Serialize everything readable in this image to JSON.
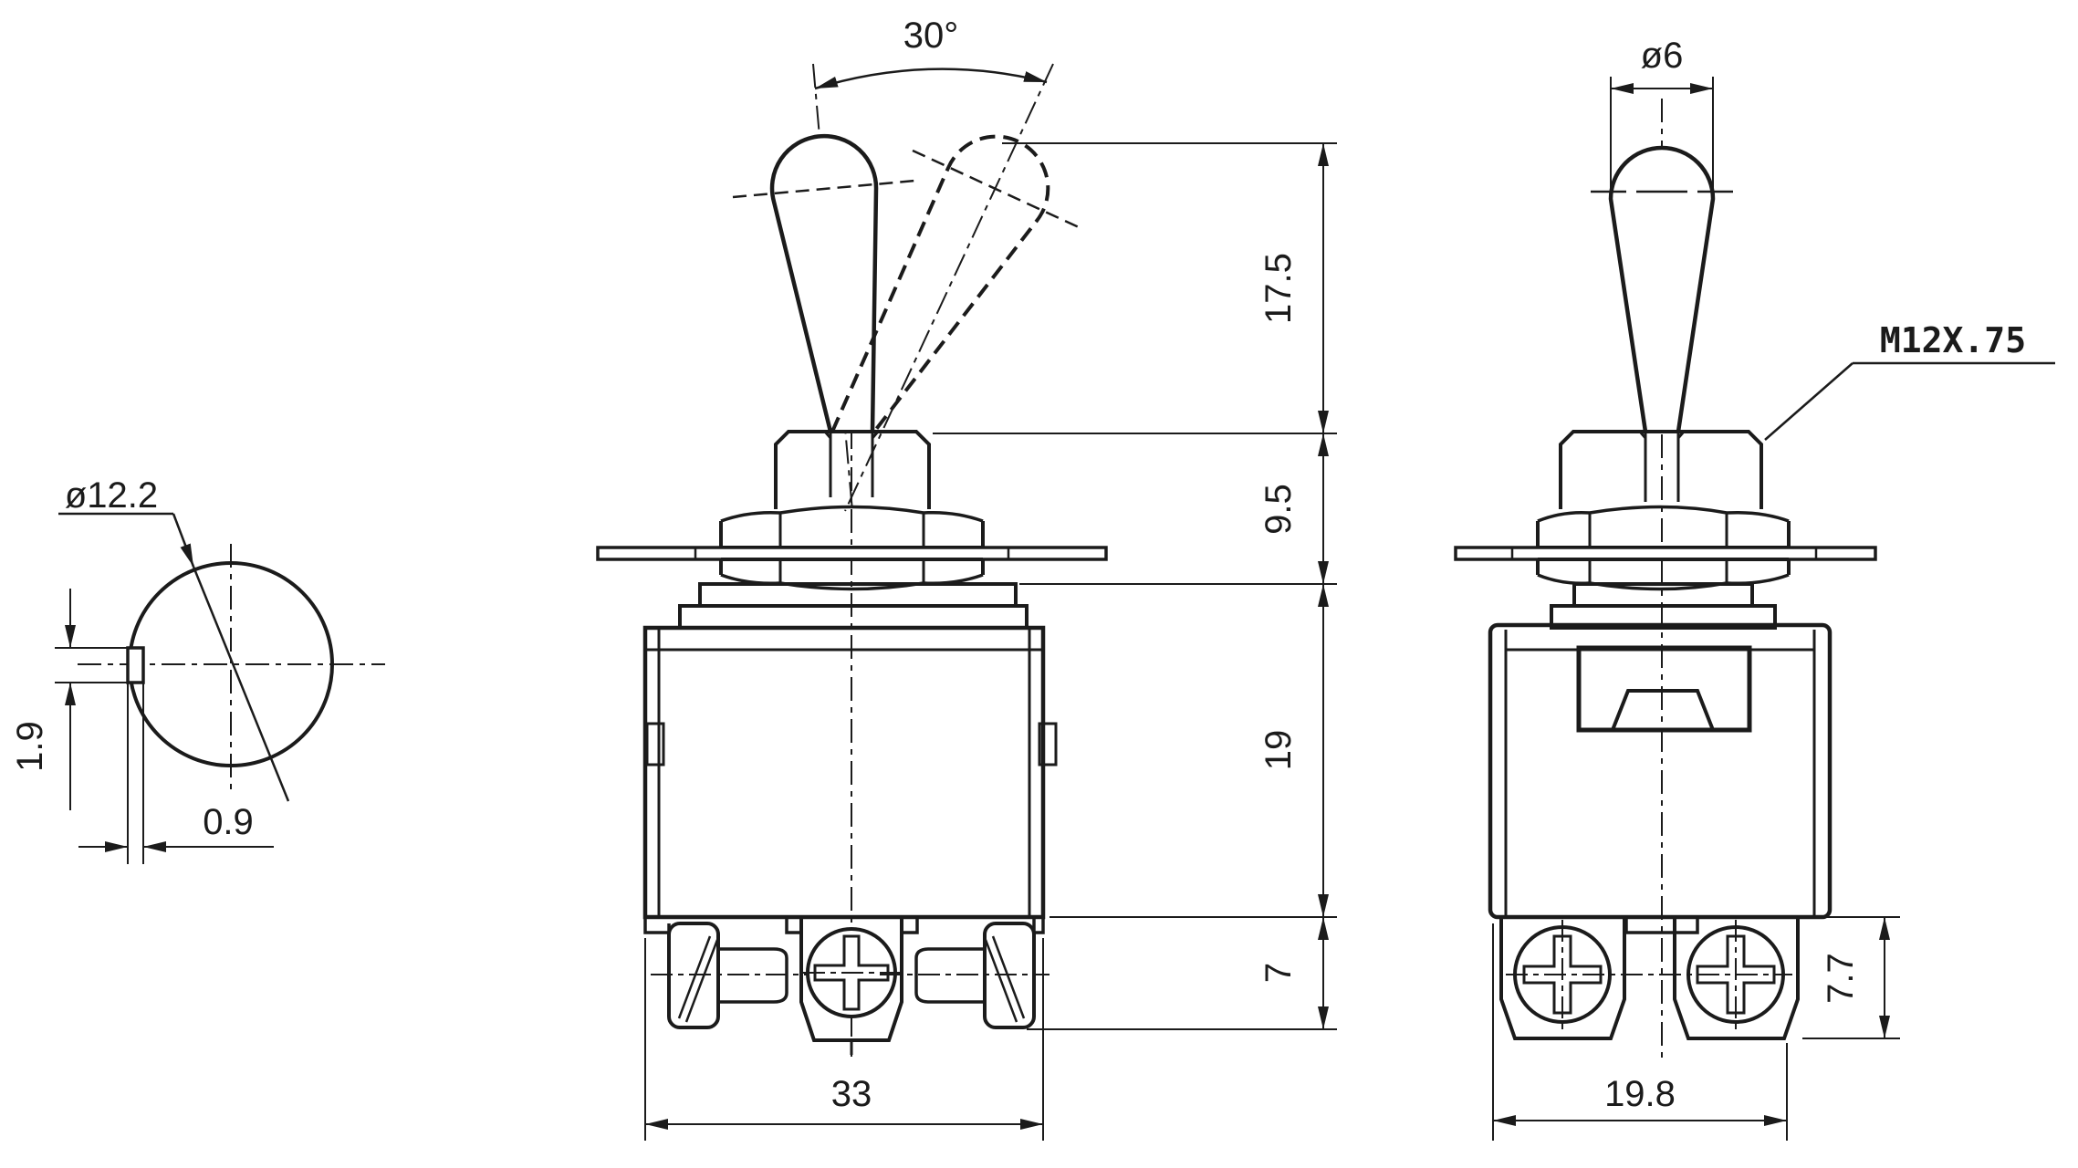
{
  "drawing": {
    "subject": "toggle-switch-dimension-drawing",
    "colors": {
      "line": "#1b1b1b",
      "background": "#ffffff"
    },
    "left_view": {
      "bushing_diameter": "ø12.2",
      "key_tab_height": "1.9",
      "key_tab_depth": "0.9"
    },
    "front_view": {
      "throw_angle": "30°",
      "lever_height": "17.5",
      "bushing_height": "9.5",
      "body_height": "19",
      "terminal_height": "7",
      "body_width": "33"
    },
    "side_view": {
      "lever_diameter": "ø6",
      "thread_spec": "M12X.75",
      "terminal_height": "7.7",
      "body_width": "19.8"
    }
  }
}
